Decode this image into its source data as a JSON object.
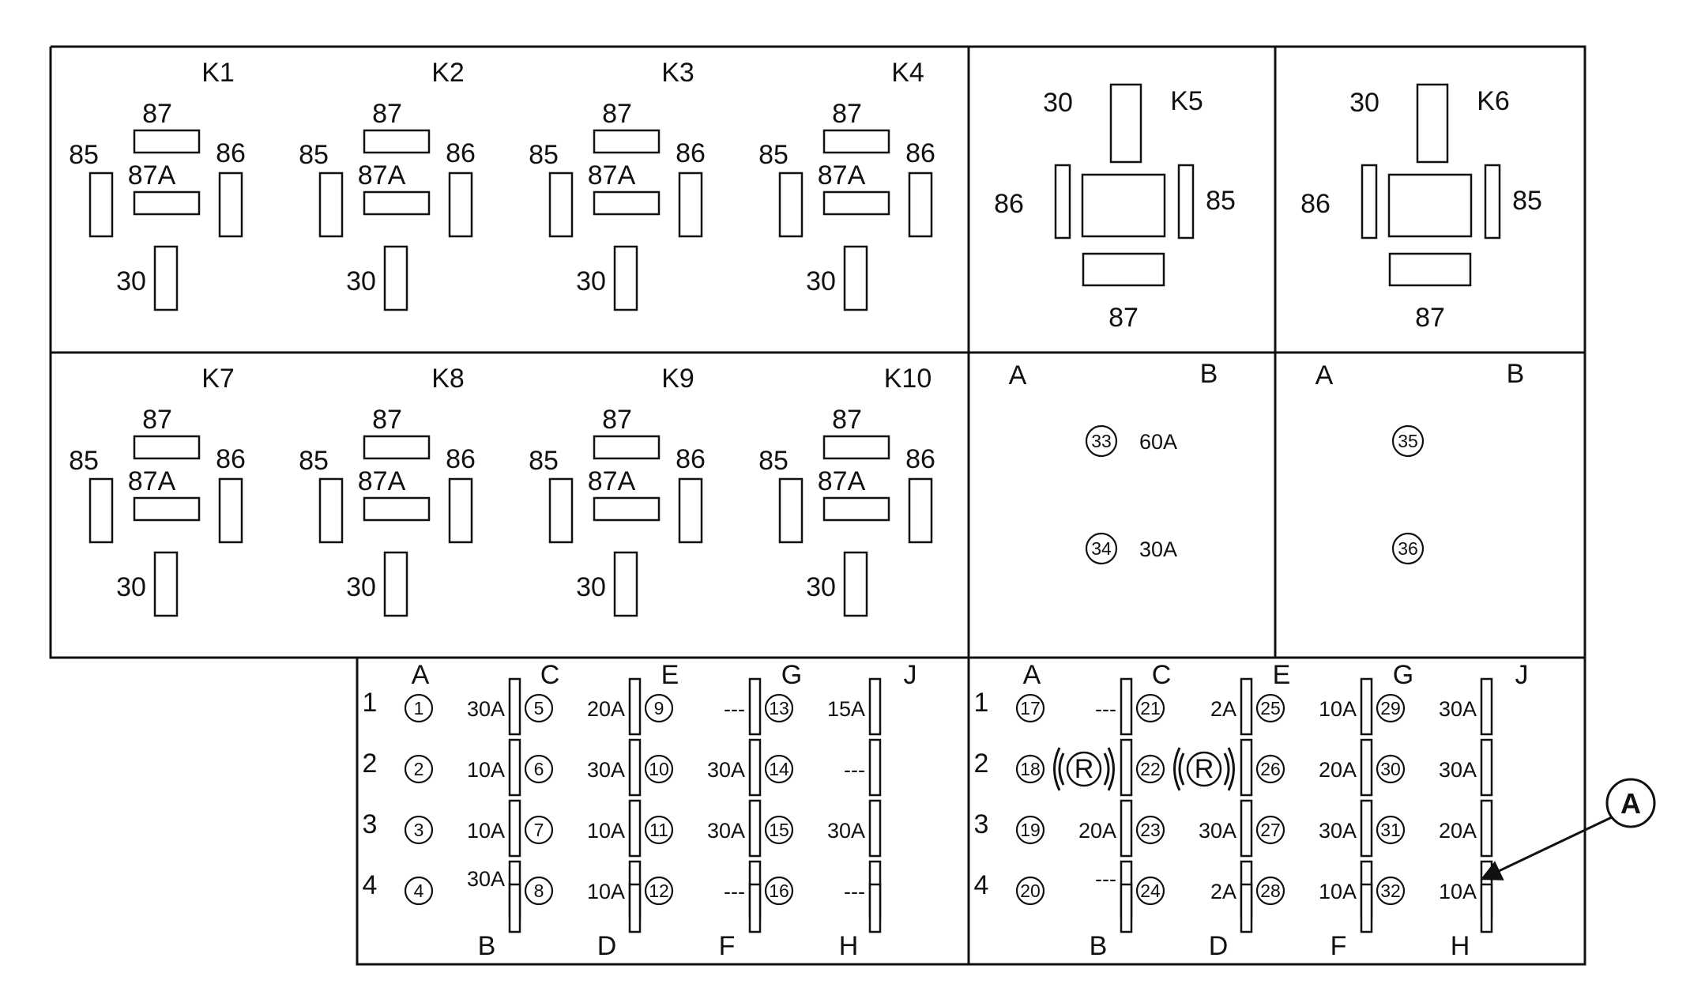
{
  "colors": {
    "line": "#111111",
    "background": "#ffffff"
  },
  "relays_small": [
    {
      "id": "K1",
      "t87": "87",
      "t85": "85",
      "t86": "86",
      "t87a": "87A",
      "t30": "30"
    },
    {
      "id": "K2",
      "t87": "87",
      "t85": "85",
      "t86": "86",
      "t87a": "87A",
      "t30": "30"
    },
    {
      "id": "K3",
      "t87": "87",
      "t85": "85",
      "t86": "86",
      "t87a": "87A",
      "t30": "30"
    },
    {
      "id": "K4",
      "t87": "87",
      "t85": "85",
      "t86": "86",
      "t87a": "87A",
      "t30": "30"
    },
    {
      "id": "K7",
      "t87": "87",
      "t85": "85",
      "t86": "86",
      "t87a": "87A",
      "t30": "30"
    },
    {
      "id": "K8",
      "t87": "87",
      "t85": "85",
      "t86": "86",
      "t87a": "87A",
      "t30": "30"
    },
    {
      "id": "K9",
      "t87": "87",
      "t85": "85",
      "t86": "86",
      "t87a": "87A",
      "t30": "30"
    },
    {
      "id": "K10",
      "t87": "87",
      "t85": "85",
      "t86": "86",
      "t87a": "87A",
      "t30": "30"
    }
  ],
  "relays_large": [
    {
      "id": "K5",
      "t30": "30",
      "t86": "86",
      "t85": "85",
      "t87": "87"
    },
    {
      "id": "K6",
      "t30": "30",
      "t86": "86",
      "t85": "85",
      "t87": "87"
    }
  ],
  "maxi_panels": [
    {
      "col_a": "A",
      "col_b": "B",
      "fuses": [
        {
          "num": "33",
          "rating": "60A"
        },
        {
          "num": "34",
          "rating": "30A"
        }
      ]
    },
    {
      "col_a": "A",
      "col_b": "B",
      "fuses": [
        {
          "num": "35",
          "rating": ""
        },
        {
          "num": "36",
          "rating": ""
        }
      ]
    }
  ],
  "fuse_panels": [
    {
      "top_letters": [
        "A",
        "C",
        "E",
        "G",
        "J"
      ],
      "bottom_letters": [
        "B",
        "D",
        "F",
        "H"
      ],
      "row_labels": [
        "1",
        "2",
        "3",
        "4"
      ],
      "rows": [
        [
          {
            "num": "1",
            "rating": "30A"
          },
          {
            "num": "5",
            "rating": "20A"
          },
          {
            "num": "9",
            "rating": "---"
          },
          {
            "num": "13",
            "rating": "15A"
          }
        ],
        [
          {
            "num": "2",
            "rating": "10A"
          },
          {
            "num": "6",
            "rating": "30A"
          },
          {
            "num": "10",
            "rating": "30A"
          },
          {
            "num": "14",
            "rating": "---"
          }
        ],
        [
          {
            "num": "3",
            "rating": "10A"
          },
          {
            "num": "7",
            "rating": "10A"
          },
          {
            "num": "11",
            "rating": "30A"
          },
          {
            "num": "15",
            "rating": "30A"
          }
        ],
        [
          {
            "num": "4",
            "rating": "30A"
          },
          {
            "num": "8",
            "rating": "10A"
          },
          {
            "num": "12",
            "rating": "---"
          },
          {
            "num": "16",
            "rating": "---"
          }
        ]
      ]
    },
    {
      "top_letters": [
        "A",
        "C",
        "E",
        "G",
        "J"
      ],
      "bottom_letters": [
        "B",
        "D",
        "F",
        "H"
      ],
      "row_labels": [
        "1",
        "2",
        "3",
        "4"
      ],
      "rows": [
        [
          {
            "num": "17",
            "rating": "---"
          },
          {
            "num": "21",
            "rating": "2A"
          },
          {
            "num": "25",
            "rating": "10A"
          },
          {
            "num": "29",
            "rating": "30A"
          }
        ],
        [
          {
            "num": "18",
            "rating": "R"
          },
          {
            "num": "22",
            "rating": "R"
          },
          {
            "num": "26",
            "rating": "20A"
          },
          {
            "num": "30",
            "rating": "30A"
          }
        ],
        [
          {
            "num": "19",
            "rating": "20A"
          },
          {
            "num": "23",
            "rating": "30A"
          },
          {
            "num": "27",
            "rating": "30A"
          },
          {
            "num": "31",
            "rating": "20A"
          }
        ],
        [
          {
            "num": "20",
            "rating": "---"
          },
          {
            "num": "24",
            "rating": "2A"
          },
          {
            "num": "28",
            "rating": "10A"
          },
          {
            "num": "32",
            "rating": "10A"
          }
        ]
      ]
    }
  ],
  "callout": {
    "label": "A"
  }
}
